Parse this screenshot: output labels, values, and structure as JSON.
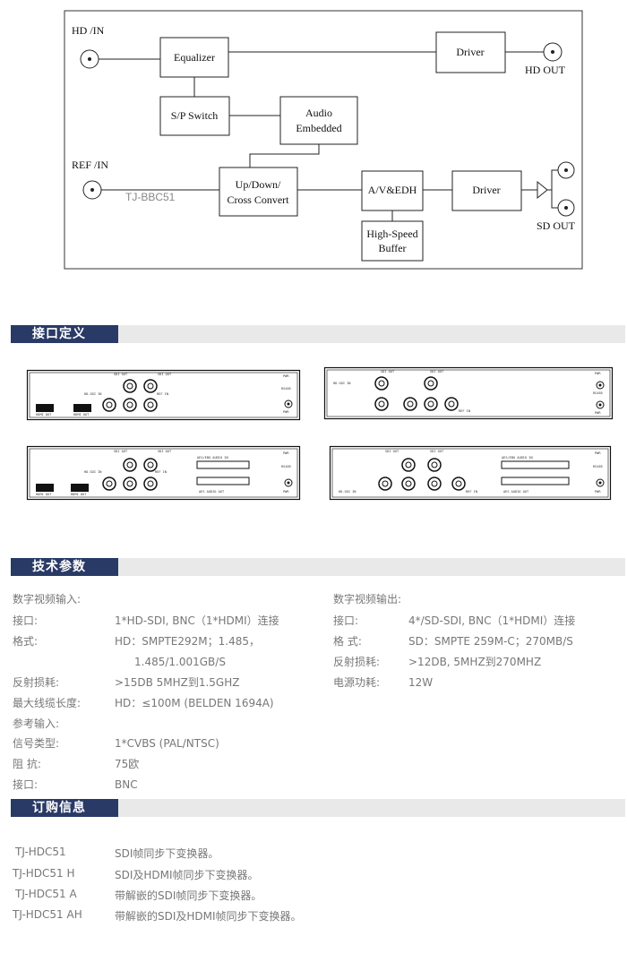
{
  "diagram": {
    "hd_in": "HD  /IN",
    "hd_out": "HD OUT",
    "ref_in": "REF  /IN",
    "sd_out": "SD OUT",
    "equalizer": "Equalizer",
    "driver_top": "Driver",
    "sp_switch": "S/P Switch",
    "audio_embedded_1": "Audio",
    "audio_embedded_2": "Embedded",
    "updown_1": "Up/Down/",
    "updown_2": "Cross Convert",
    "avedh": "A/V&EDH",
    "driver_bottom": "Driver",
    "buffer_1": "High-Speed",
    "buffer_2": "Buffer",
    "model_mark": "TJ-BBC51"
  },
  "sections": {
    "interface": "接口定义",
    "specs": "技术参数",
    "order": "订购信息"
  },
  "panels": {
    "sdi_out": "SDI OUT",
    "hdmi_out": "HDMI OUT",
    "hd_sdi_in": "HD-SDI IN",
    "ref_in": "REF IN",
    "rs485": "RS485",
    "power": "PWR",
    "audio_in": "AES/EBU AUDIO IN",
    "audio_out": "AES AUDIO OUT"
  },
  "specs": {
    "left": {
      "title": "数字视频输入:",
      "rows": [
        {
          "label": "接口:",
          "value": "1*HD-SDI, BNC（1*HDMI）连接"
        },
        {
          "label": "格式:",
          "value": "HD：SMPTE292M；1.485，"
        },
        {
          "label": "",
          "value": "1.485/1.001GB/S"
        },
        {
          "label": "反射损耗:",
          "value": ">15DB 5MHZ到1.5GHZ"
        },
        {
          "label": "最大线缆长度:",
          "value": "HD：≤100M (BELDEN 1694A)"
        },
        {
          "label": "参考输入:",
          "value": ""
        },
        {
          "label": "信号类型:",
          "value": "1*CVBS (PAL/NTSC)"
        },
        {
          "label": "阻 抗:",
          "value": "75欧"
        },
        {
          "label": "接口:",
          "value": "BNC"
        }
      ]
    },
    "right": {
      "title": "数字视频输出:",
      "rows": [
        {
          "label": "接口:",
          "value": "4*/SD-SDI, BNC（1*HDMI）连接"
        },
        {
          "label": "格 式:",
          "value": "SD：SMPTE 259M-C；270MB/S"
        },
        {
          "label": "反射损耗:",
          "value": ">12DB, 5MHZ到270MHZ"
        },
        {
          "label": "电源功耗:",
          "value": "12W"
        }
      ]
    }
  },
  "order": [
    {
      "model": "TJ-HDC51",
      "desc": "SDI帧同步下变换器。"
    },
    {
      "model": "TJ-HDC51 H",
      "desc": "SDI及HDMI帧同步下变换器。"
    },
    {
      "model": "TJ-HDC51 A",
      "desc": "带解嵌的SDI帧同步下变换器。"
    },
    {
      "model": "TJ-HDC51 AH",
      "desc": "带解嵌的SDI及HDMI帧同步下变换器。"
    }
  ]
}
